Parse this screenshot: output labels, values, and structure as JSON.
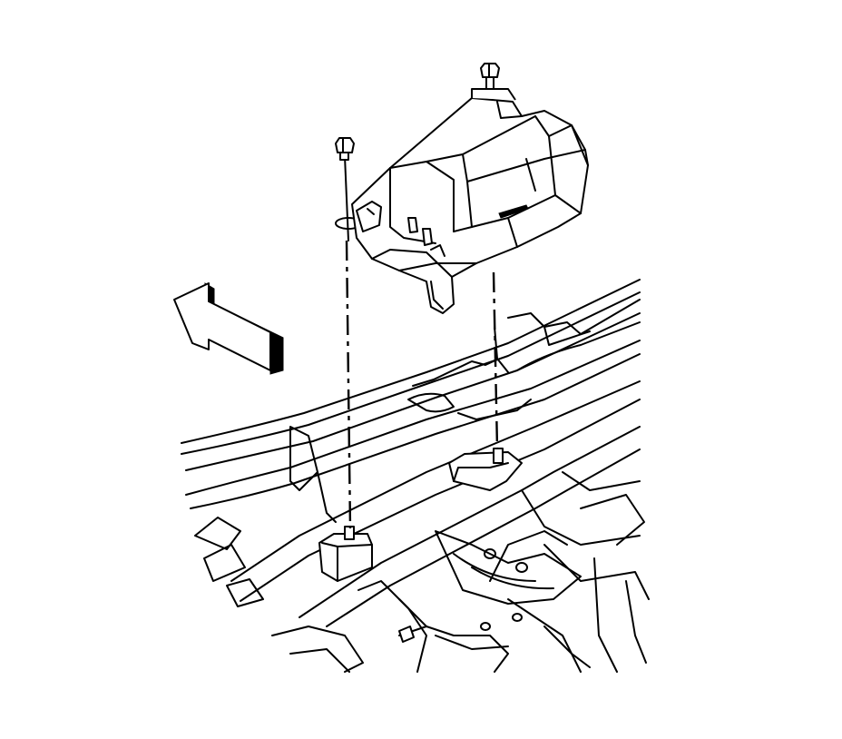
{
  "diagram": {
    "background": "#ffffff",
    "line_color": "#000000",
    "components": [
      "coolant-reservoir",
      "mounting-bolt",
      "mounting-nut",
      "frame-rail",
      "mounting-stud",
      "front-direction-arrow"
    ]
  }
}
